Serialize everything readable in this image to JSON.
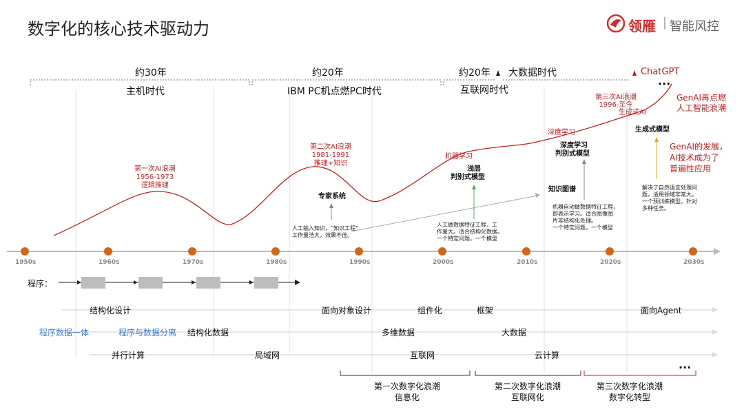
{
  "title": "数字化的核心技术驱动力",
  "logo": {
    "brand": "领雁",
    "separator": "|",
    "sub": "智能风控"
  },
  "eras": [
    {
      "duration": "约30年",
      "name": "主机时代"
    },
    {
      "duration": "约20年",
      "name": "IBM PC机点燃PC时代"
    },
    {
      "duration": "约20年",
      "name": "互联网时代"
    },
    {
      "duration": "大数据时代"
    },
    {
      "duration": "ChatGPT"
    }
  ],
  "ellipsis_top": "...",
  "ai_waves": [
    {
      "name": "第一次AI浪潮",
      "years": "1956-1973",
      "topic": "逻辑推理"
    },
    {
      "name": "第二次AI浪潮",
      "years": "1981-1991",
      "topic": "推理+知识"
    },
    {
      "name": "第三次AI浪潮",
      "years": "1996-至今",
      "topic": "生成式AI"
    }
  ],
  "genai_note": {
    "line1": "GenAI再点燃",
    "line2": "人工智能浪潮"
  },
  "genai_dev": {
    "line1": "GenAI的发展，",
    "line2": "AI技术成为了",
    "line3": "普遍性应用"
  },
  "tech_labels": {
    "ml": "机器学习",
    "dl": "深度学习",
    "expert": "专家系统",
    "shallow_1": "浅层",
    "shallow_2": "判别式模型",
    "deep_1": "深度学习",
    "deep_2": "判别式模型",
    "kg": "知识图谱",
    "gen": "生成式模型"
  },
  "notes": {
    "expert_1": "人工输入知识，“知识工程”",
    "expert_2": "工作量浩大，效果不佳。",
    "shallow_1": "人工做数据特征工程，工",
    "shallow_2": "作量大。适合结构化数据。",
    "shallow_3": "一个特定问题，一个模型",
    "deep_1": "机器自动做数据特征工程，",
    "deep_2": "即表示学习。适合图像图",
    "deep_3": "片非结构化处理。",
    "deep_4": "一个特定问题，一个模型",
    "gen_1": "解决了自然语言处理问",
    "gen_2": "题，适用领域非常大。",
    "gen_3": "一个预训练模型，针对",
    "gen_4": "多种任务。"
  },
  "decades": [
    "1950s",
    "1960s",
    "1970s",
    "1980s",
    "1990s",
    "2000s",
    "2010s",
    "2020s",
    "2030s"
  ],
  "program_label": "程序：",
  "rows": {
    "r1": [
      "结构化设计",
      "面向对象设计",
      "组件化",
      "框架",
      "面向Agent"
    ],
    "r2_blue": [
      "程序数据一体",
      "程序与数据分离"
    ],
    "r2": [
      "结构化数据",
      "多维数据",
      "大数据"
    ],
    "r3": [
      "并行计算",
      "局域网",
      "互联网",
      "云计算"
    ],
    "ellipsis": "..."
  },
  "digital_waves": [
    {
      "line1": "第一次数字化浪潮",
      "line2": "信息化"
    },
    {
      "line1": "第二次数字化浪潮",
      "line2": "互联网化"
    },
    {
      "line1": "第三次数字化浪潮",
      "line2": "数字化转型"
    }
  ],
  "colors": {
    "accent_red": "#c81e1e",
    "timeline_dot": "#d4661a",
    "blue_text": "#3a7bd5"
  }
}
